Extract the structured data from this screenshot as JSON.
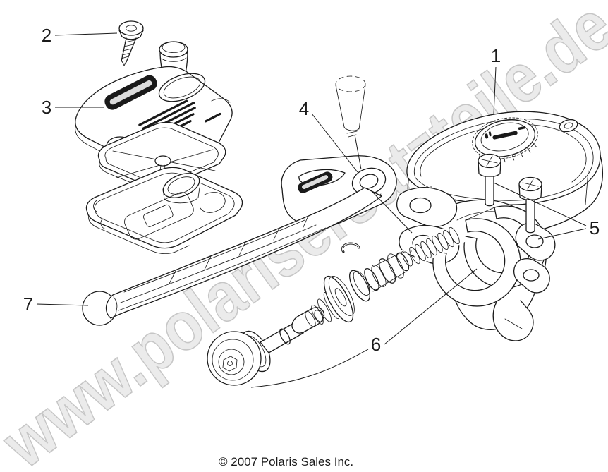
{
  "diagram": {
    "watermark": "www.polarisersatzteile.de",
    "copyright": "© 2007 Polaris Sales Inc.",
    "callouts": [
      {
        "label": "1"
      },
      {
        "label": "2"
      },
      {
        "label": "3"
      },
      {
        "label": "4"
      },
      {
        "label": "5"
      },
      {
        "label": "6"
      },
      {
        "label": "7"
      }
    ]
  },
  "colors": {
    "line": "#1a1a1a",
    "background": "#ffffff",
    "watermark_fill": "#ebebeb",
    "watermark_stroke": "#c6c6c6"
  }
}
